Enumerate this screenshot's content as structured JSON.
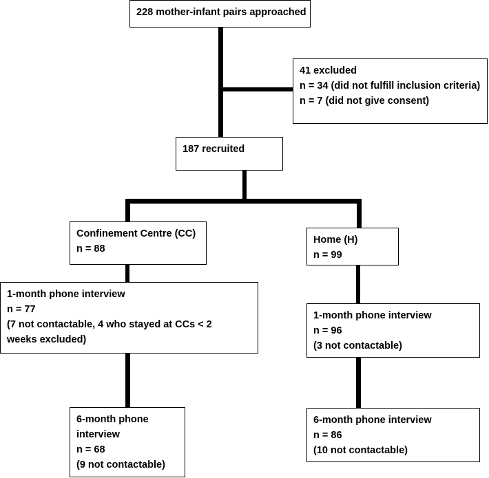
{
  "flowchart": {
    "approached": {
      "lines": [
        "228 mother-infant pairs approached"
      ]
    },
    "excluded": {
      "lines": [
        "41 excluded",
        "n = 34 (did not fulfill inclusion criteria)",
        "n = 7 (did not give consent)"
      ]
    },
    "recruited": {
      "lines": [
        "187 recruited"
      ]
    },
    "cc_group": {
      "lines": [
        "Confinement Centre (CC)",
        "n = 88"
      ]
    },
    "home_group": {
      "lines": [
        "Home (H)",
        "n = 99"
      ]
    },
    "cc_1month": {
      "lines": [
        "1-month phone interview",
        "n = 77",
        "(7 not contactable, 4 who stayed at CCs < 2 weeks excluded)"
      ]
    },
    "home_1month": {
      "lines": [
        "1-month phone interview",
        "n = 96",
        "(3 not contactable)"
      ]
    },
    "cc_6month": {
      "lines": [
        "6-month phone",
        "interview",
        "n = 68",
        "(9 not contactable)"
      ]
    },
    "home_6month": {
      "lines": [
        "6-month phone interview",
        "n = 86",
        "(10 not contactable)"
      ]
    }
  },
  "colors": {
    "line": "#000000",
    "box_border": "#000000",
    "background": "#ffffff"
  }
}
